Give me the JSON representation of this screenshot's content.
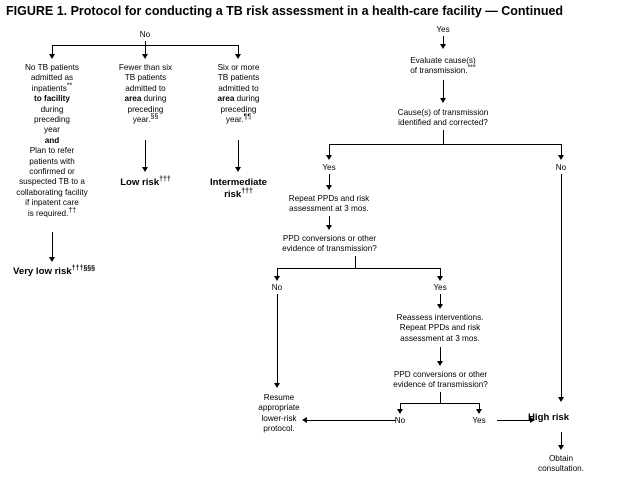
{
  "figure": {
    "title": "FIGURE 1. Protocol for conducting a TB risk assessment in a health-care facility — Continued"
  },
  "chart_data": {
    "type": "diagram",
    "diagram_kind": "flowchart",
    "title": "FIGURE 1. Protocol for conducting a TB risk assessment in a health-care facility — Continued"
  },
  "left_branch": {
    "edge_label": "No",
    "options": [
      {
        "text": "No TB patients admitted as inpatients** to facility during preceding year and Plan to refer patients with confirmed or suspected TB to a collaborating facility if inpatent care is required.††",
        "outcome": "Very low risk†††§§§"
      },
      {
        "text": "Fewer than six TB patients admitted to area during preceding year.§§",
        "outcome": "Low risk†††"
      },
      {
        "text": "Six or more TB patients admitted to area during preceding year.¶¶",
        "outcome": "Intermediate risk†††"
      }
    ]
  },
  "right_branch": {
    "edge_label": "Yes",
    "evaluate": "Evaluate cause(s) of transmission.***",
    "decision1": "Cause(s) of transmission identified and corrected?",
    "decision1_yes": "Yes",
    "decision1_no": "No",
    "repeat1": "Repeat PPDs and risk assessment at 3 mos.",
    "decision2": "PPD conversions or other evidence of transmission?",
    "decision2_no": "No",
    "decision2_yes": "Yes",
    "reassess": "Reassess interventions. Repeat PPDs and risk assessment at 3 mos.",
    "decision3": "PPD conversions or other evidence of transmission?",
    "decision3_no": "No",
    "decision3_yes": "Yes",
    "resume": "Resume appropriate lower-risk protocol.",
    "high_risk": "High risk",
    "obtain": "Obtain consultation."
  }
}
